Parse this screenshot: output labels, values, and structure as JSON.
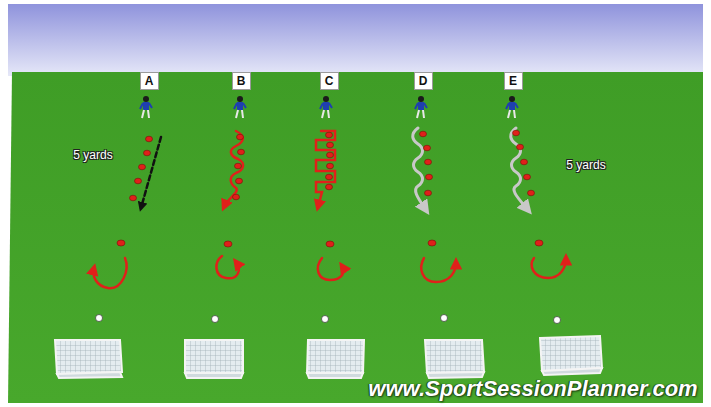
{
  "diagram": {
    "nodes": [
      {
        "text": [
          "A"
        ]
      },
      {
        "text": [
          "B"
        ]
      },
      {
        "text": [
          "C"
        ]
      },
      {
        "text": [
          "D"
        ]
      },
      {
        "text": [
          "E"
        ]
      }
    ],
    "labels": [
      "5 yards",
      "5 yards",
      "www.SportSessionPlanner.com"
    ]
  }
}
